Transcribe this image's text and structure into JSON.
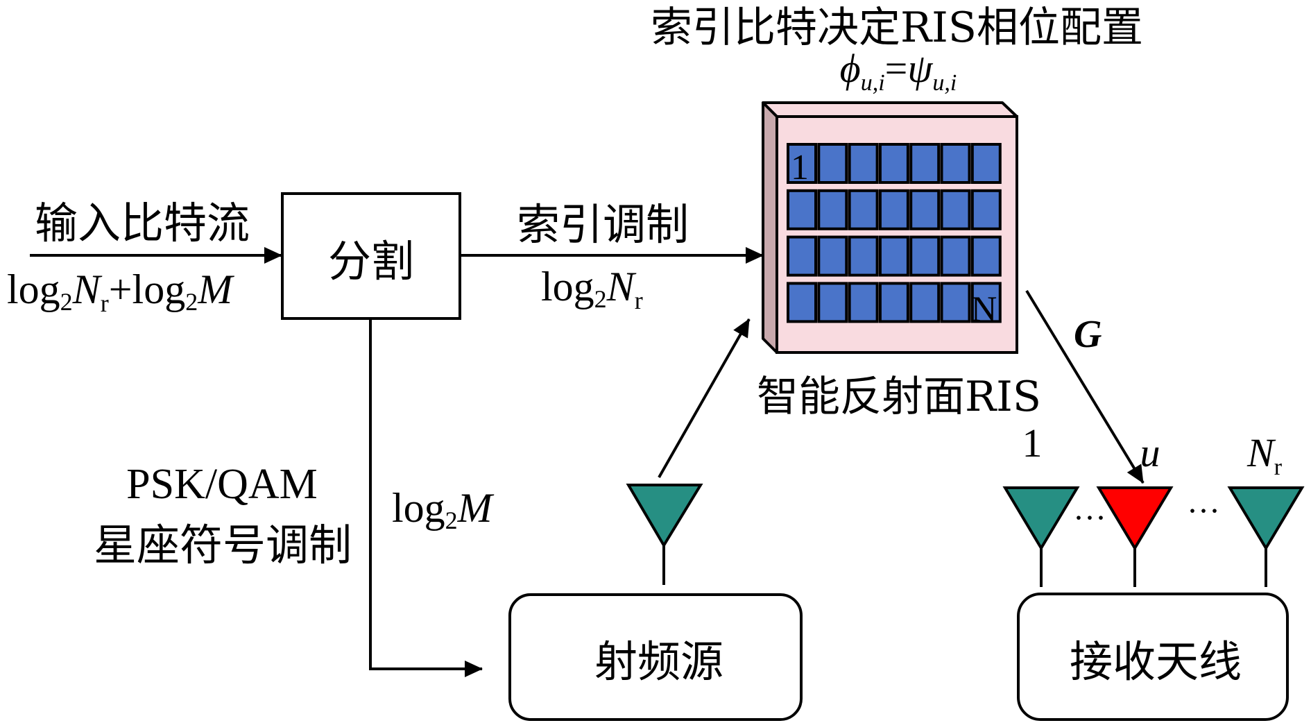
{
  "colors": {
    "ris_face": "#F9DBE0",
    "ris_side": "#C8A8AC",
    "ris_element": "#4A74C9",
    "antenna": "#268F83",
    "antenna_active": "#FF0000",
    "stroke": "#000000"
  },
  "input": {
    "label": "输入比特流",
    "bits_log": "log",
    "bits_sub2": "2",
    "bits_N": "N",
    "bits_sub_r": "r",
    "bits_plus": "+log",
    "bits_sub2b": "2",
    "bits_M": "M"
  },
  "split_box": {
    "label": "分割"
  },
  "index_branch": {
    "label": "索引调制",
    "bits_log": "log",
    "bits_sub2": "2",
    "bits_N": "N",
    "bits_sub_r": "r"
  },
  "constellation_branch": {
    "label_line1": "PSK/QAM",
    "label_line2": "星座符号调制",
    "bits_log": "log",
    "bits_sub2": "2",
    "bits_M": "M"
  },
  "ris": {
    "title": "索引比特决定RIS相位配置",
    "formula_phi": "ϕ",
    "formula_phi_sub": "u,i",
    "formula_eq": "=",
    "formula_psi": "ψ",
    "formula_psi_sub": "u,i",
    "label": "智能反射面RIS",
    "rows": 4,
    "cols": 7,
    "first_element_label": "1",
    "last_element_label": "N"
  },
  "channel": {
    "label": "G"
  },
  "rf_source": {
    "label": "射频源"
  },
  "receiver": {
    "label": "接收天线",
    "antennas": [
      {
        "label": "1",
        "active": false
      },
      {
        "label": "u",
        "active": true
      },
      {
        "label": "N",
        "label_sub": "r",
        "active": false
      }
    ],
    "ellipsis": "···"
  }
}
